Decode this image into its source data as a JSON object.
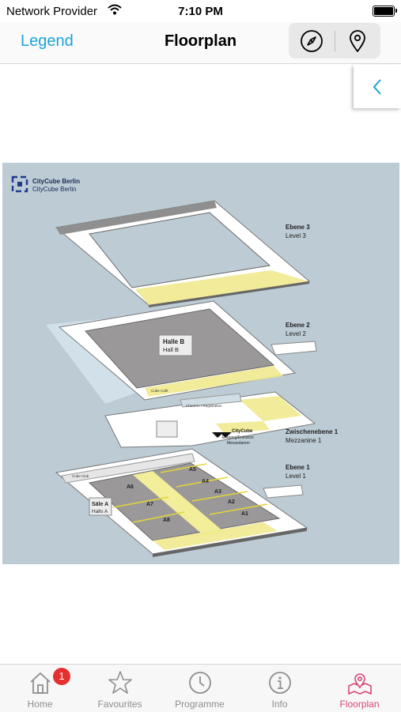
{
  "status_bar": {
    "carrier": "Network Provider",
    "time": "7:10 PM"
  },
  "nav": {
    "legend_label": "Legend",
    "title": "Floorplan"
  },
  "map": {
    "logo_line1": "CityCube Berlin",
    "logo_line2": "CityCube Berlin",
    "level3_de": "Ebene 3",
    "level3_en": "Level 3",
    "level2_de": "Ebene 2",
    "level2_en": "Level 2",
    "mezz_de": "Zwischenebene 1",
    "mezz_en": "Mezzanine 1",
    "level1_de": "Ebene 1",
    "level1_en": "Level 1",
    "hall_b_de": "Halle B",
    "hall_b_en": "Hall B",
    "halls_a_de": "Säle A",
    "halls_a_en": "Halls A",
    "entrance_title": "CityCube",
    "entrance_line1": "Eingang/Entrance",
    "entrance_line2": "Messedamm",
    "cafe_l2": "Cube Café",
    "cafe_l1": "Cube Club",
    "checkin": "Check-in / Registration",
    "rooms": [
      "A5",
      "A6",
      "A4",
      "A3",
      "A7",
      "A2",
      "A8",
      "A1"
    ]
  },
  "tabbar": {
    "items": [
      {
        "label": "Home",
        "icon": "home-icon",
        "badge": "1"
      },
      {
        "label": "Favourites",
        "icon": "star-icon"
      },
      {
        "label": "Programme",
        "icon": "clock-icon"
      },
      {
        "label": "Info",
        "icon": "info-icon"
      },
      {
        "label": "Floorplan",
        "icon": "map-icon"
      }
    ]
  },
  "colors": {
    "accent": "#1aa3d6",
    "active_tab": "#d7467a",
    "map_bg": "#bccbd4",
    "hall": "#9a9898",
    "corridor": "#f2ee9a",
    "badge": "#e53030"
  }
}
